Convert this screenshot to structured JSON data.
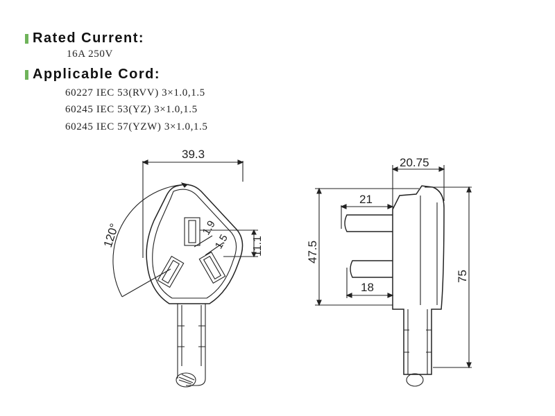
{
  "sections": {
    "rated_current": {
      "title": "Rated Current",
      "value": "16A 250V"
    },
    "applicable_cord": {
      "title": "Applicable Cord",
      "lines": [
        "60227 IEC 53(RVV) 3×1.0,1.5",
        "60245 IEC 53(YZ) 3×1.0,1.5",
        "60245 IEC 57(YZW) 3×1.0,1.5"
      ]
    }
  },
  "heading_suffix": ":",
  "accent_color": "#6fb35a",
  "drawing": {
    "front_view": {
      "width_label": "39.3",
      "angle_label": "120°",
      "pin_offset_a": "1.9",
      "pin_offset_b": "1.5",
      "height_label": "11.1"
    },
    "side_view": {
      "depth_label": "20.75",
      "pin_upper_label": "21",
      "pin_lower_label": "18",
      "pin_span_label": "47.5",
      "total_length_label": "75"
    }
  }
}
